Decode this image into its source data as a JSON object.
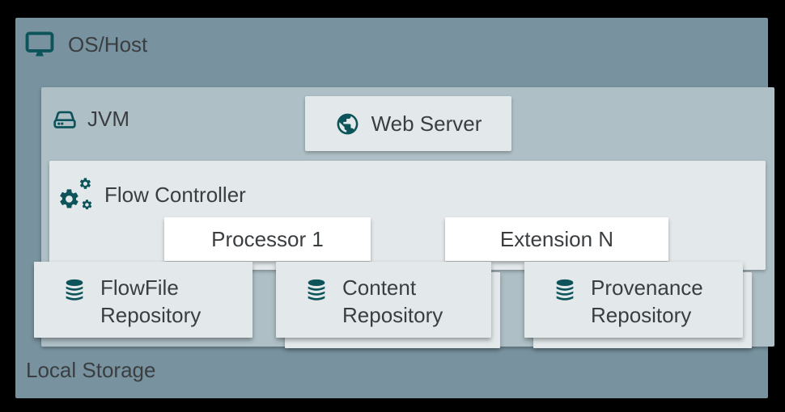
{
  "diagram": {
    "os_host": {
      "label": "OS/Host",
      "icon": "monitor-icon"
    },
    "jvm": {
      "label": "JVM",
      "icon": "hard-drive-icon"
    },
    "web_server": {
      "label": "Web Server",
      "icon": "globe-icon"
    },
    "flow_controller": {
      "label": "Flow Controller",
      "icon": "gears-icon"
    },
    "processor": {
      "label": "Processor 1"
    },
    "extension": {
      "label": "Extension N"
    },
    "repositories": [
      {
        "line1": "FlowFile",
        "line2": "Repository",
        "icon": "database-icon",
        "stacked": false
      },
      {
        "line1": "Content",
        "line2": "Repository",
        "icon": "database-icon",
        "stacked": true
      },
      {
        "line1": "Provenance",
        "line2": "Repository",
        "icon": "database-icon",
        "stacked": true
      }
    ],
    "local_storage": {
      "label": "Local Storage"
    }
  },
  "colors": {
    "background": "#000000",
    "os_host_bg": "#78939F",
    "jvm_bg": "#AEBFC6",
    "panel_bg": "#E3E9EB",
    "card_bg": "#FFFFFF",
    "icon_teal": "#0D535A",
    "text": "#3A3E41"
  }
}
